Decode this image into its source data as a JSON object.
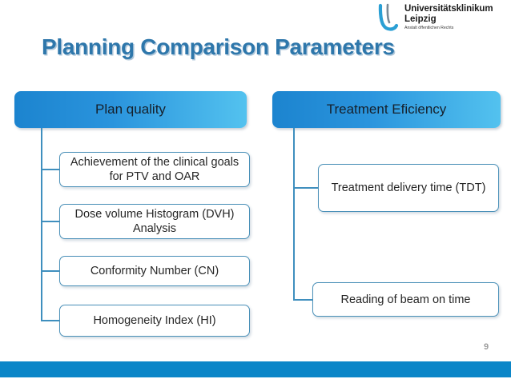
{
  "slide": {
    "title": "Planning Comparison Parameters",
    "page_number": "9",
    "accent_color": "#2e77ab",
    "footer_color": "#0b86c8",
    "node_border_color": "#4a90b8"
  },
  "logo": {
    "name": "universitatsklinikum-leipzig-logo",
    "line1": "Universitätsklinikum",
    "line2": "Leipzig",
    "subtitle": "Anstalt öffentlichen Rechts"
  },
  "diagram": {
    "columns": [
      {
        "header": "Plan quality",
        "items": [
          "Achievement of the clinical goals for PTV and OAR",
          "Dose volume Histogram (DVH) Analysis",
          "Conformity Number (CN)",
          "Homogeneity Index (HI)"
        ]
      },
      {
        "header": "Treatment Eficiency",
        "items": [
          "Treatment delivery time (TDT)",
          "Reading of beam on time"
        ]
      }
    ]
  }
}
